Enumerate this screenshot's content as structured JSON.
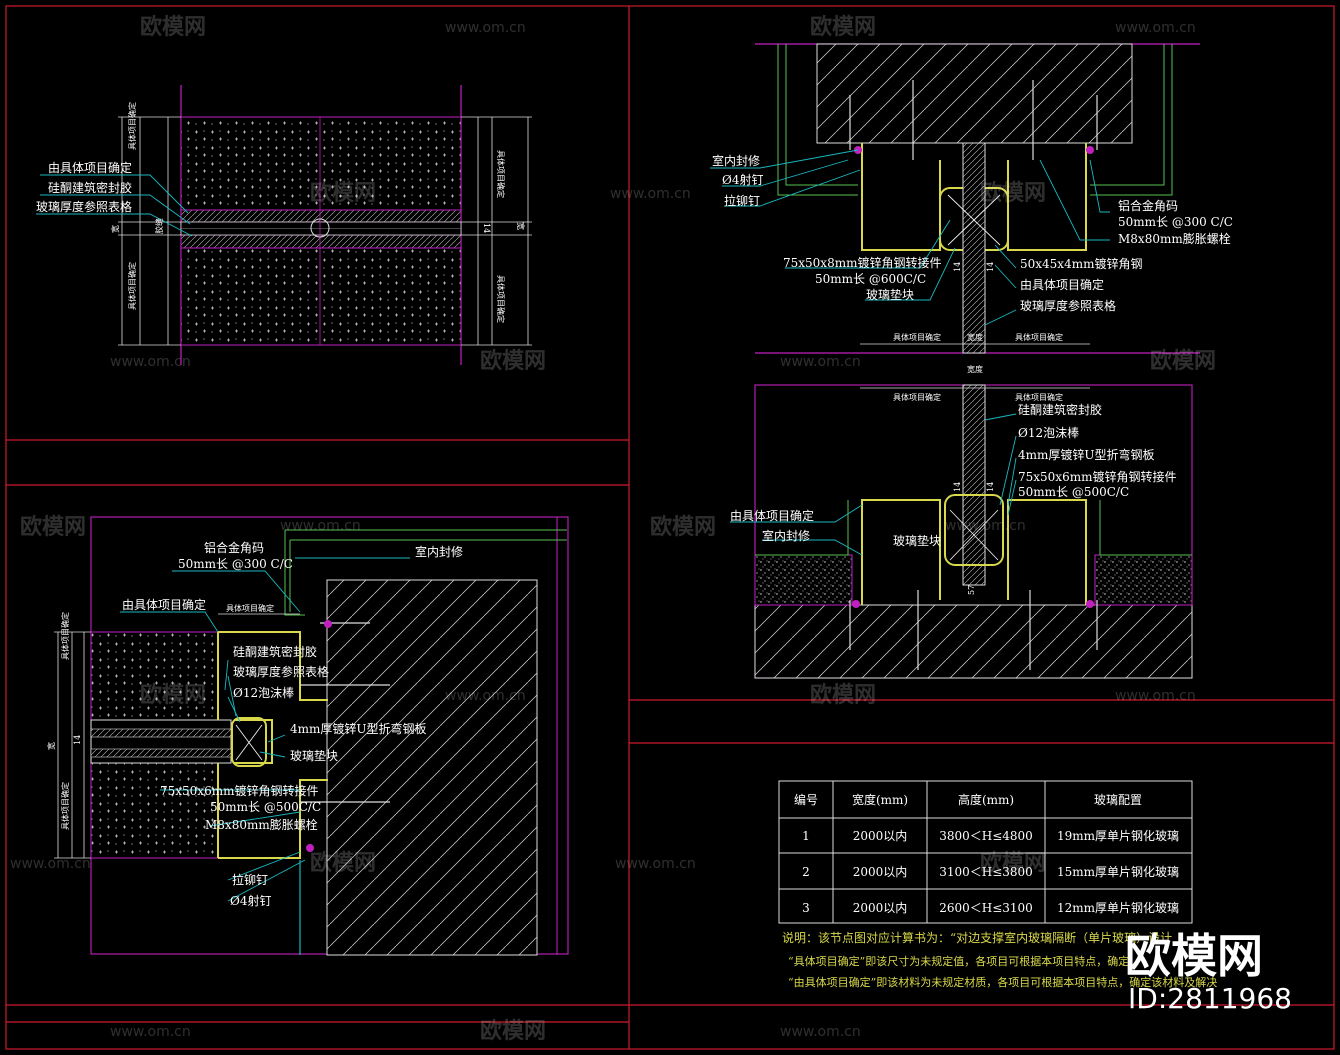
{
  "colors": {
    "background": "#000000",
    "frame_red": "#cc1b2d",
    "magenta": "#c020c0",
    "cyan": "#18b8c0",
    "yellow": "#d8d84a",
    "white": "#ffffff",
    "green": "#56c050"
  },
  "watermark": {
    "site": "www.om.cn",
    "brand": "欧模网",
    "id": "ID:2811968"
  },
  "top_left": {
    "notes": [
      "由具体项目确定",
      "硅酮建筑密封胶",
      "玻璃厚度参照表格"
    ],
    "dims_left": [
      "具体项目确定",
      "具体项目确定",
      "宽",
      "胶缝"
    ],
    "dims_right": [
      "具体项目确定",
      "具体项目确定",
      "宽",
      "14"
    ]
  },
  "bottom_left": {
    "notes": [
      "铝合金角码",
      "50mm长 @300 C/C",
      "室内封修",
      "由具体项目确定",
      "硅酮建筑密封胶",
      "玻璃厚度参照表格",
      "Ø12泡沫棒",
      "4mm厚镀锌U型折弯钢板",
      "玻璃垫块",
      "75x50x6mm镀锌角钢转接件",
      "50mm长 @500C/C",
      "M8x80mm膨胀螺栓",
      "拉铆钉",
      "Ø4射钉"
    ],
    "dims": [
      "具体项目确定",
      "具体项目确定",
      "宽",
      "14",
      "具体项目确定"
    ]
  },
  "top_right": {
    "notes_left": [
      "室内封修",
      "Ø4射钉",
      "拉铆钉",
      "75x50x8mm镀锌角钢转接件",
      "50mm长 @600C/C",
      "玻璃垫块"
    ],
    "notes_right": [
      "铝合金角码",
      "50mm长 @300 C/C",
      "M8x80mm膨胀螺栓",
      "50x45x4mm镀锌角钢",
      "由具体项目确定",
      "玻璃厚度参照表格"
    ],
    "dims": [
      "具体项目确定",
      "宽度",
      "具体项目确定",
      "14",
      "14"
    ]
  },
  "mid_right": {
    "notes_left": [
      "由具体项目确定",
      "室内封修",
      "玻璃垫块"
    ],
    "notes_right": [
      "硅酮建筑密封胶",
      "Ø12泡沫棒",
      "4mm厚镀锌U型折弯钢板",
      "75x50x6mm镀锌角钢转接件",
      "50mm长 @500C/C"
    ],
    "dims": [
      "具体项目确定",
      "宽度",
      "具体项目确定",
      "14",
      "14",
      "57"
    ]
  },
  "table": {
    "headers": [
      "编号",
      "宽度(mm)",
      "高度(mm)",
      "玻璃配置"
    ],
    "rows": [
      [
        "1",
        "2000以内",
        "3800＜H≤4800",
        "19mm厚单片钢化玻璃"
      ],
      [
        "2",
        "2000以内",
        "3100＜H≤3800",
        "15mm厚单片钢化玻璃"
      ],
      [
        "3",
        "2000以内",
        "2600＜H≤3100",
        "12mm厚单片钢化玻璃"
      ]
    ]
  },
  "notes_text": [
    "说明：该节点图对应计算书为：“对边支撑室内玻璃隔断（单片玻璃）设计",
    "“具体项目确定”即该尺寸为未规定值，各项目可根据本项目特点，确定",
    "“由具体项目确定”即该材料为未规定材质，各项目可根据本项目特点，确定该材料及解决"
  ]
}
